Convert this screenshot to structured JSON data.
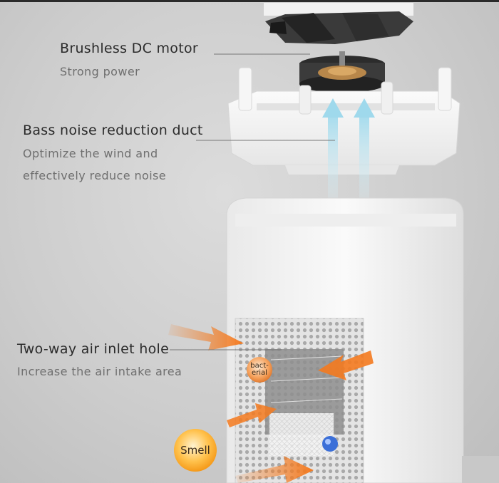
{
  "callouts": {
    "motor": {
      "title": "Brushless DC motor",
      "subtitle": "Strong power"
    },
    "duct": {
      "title": "Bass noise reduction duct",
      "subtitle_line1": "Optimize the wind and",
      "subtitle_line2": "effectively reduce noise"
    },
    "inlet": {
      "title": "Two-way air inlet hole",
      "subtitle": "Increase the air intake area"
    }
  },
  "bubbles": {
    "bacterial": "bact-\nerial",
    "smell": "Smell"
  },
  "colors": {
    "arrow_orange": "#f47a1f",
    "airflow_blue": "#bfe6f2",
    "body_white": "#f3f3f3"
  }
}
